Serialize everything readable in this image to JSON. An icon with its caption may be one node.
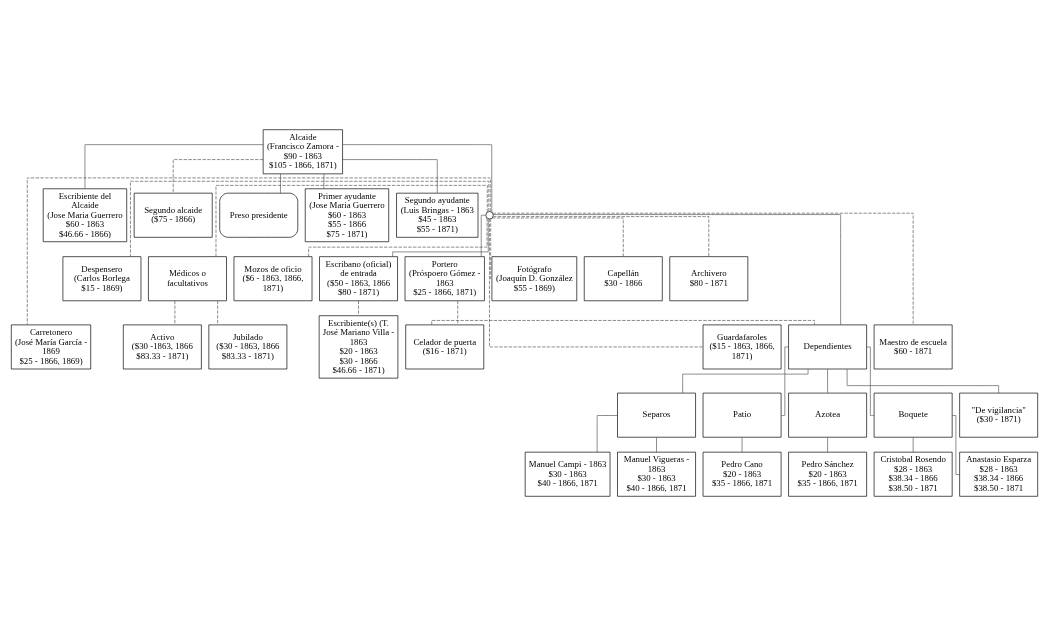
{
  "diagram": {
    "nodes": [
      {
        "text": [
          "Alcaide",
          "(Francisco Zamora -",
          "$90 - 1863",
          "$105 - 1866, 1871)"
        ]
      },
      {
        "text": [
          "Escribiente del Alcaide",
          "(Jose Maria Guerrero",
          "$60 - 1863",
          "$46.66 - 1866)"
        ]
      },
      {
        "text": [
          "Segundo alcaide",
          "($75 - 1866)"
        ]
      },
      {
        "text": [
          "Preso presidente"
        ]
      },
      {
        "text": [
          "Primer ayudante",
          "(Jose Maria Guerrero",
          "$60 - 1863",
          "$55 - 1866",
          "$75 - 1871)"
        ]
      },
      {
        "text": [
          "Segundo ayudante",
          "(Luis Bringas - 1863",
          "$45 - 1863",
          "$55 - 1871)"
        ]
      },
      {
        "text": [],
        "shape": "circle"
      },
      {
        "text": [
          "Carretonero",
          "(José María García - 1869",
          "$25 - 1866, 1869)"
        ]
      },
      {
        "text": [
          "Despensero",
          "(Carlos Borlega",
          "$15 - 1869)"
        ]
      },
      {
        "text": [
          "Médicos o facultativos"
        ]
      },
      {
        "text": [
          "Mozos de oficio",
          "($6 - 1863, 1866, 1871)"
        ]
      },
      {
        "text": [
          "Escribano (oficial) de entrada",
          "($50 - 1863, 1866",
          "$80 - 1871)"
        ]
      },
      {
        "text": [
          "Portero",
          "(Próspoero Gómez - 1863",
          "$25 - 1866, 1871)"
        ]
      },
      {
        "text": [
          "Fotógrafo",
          "(Joaquín D. González",
          "$55 - 1869)"
        ]
      },
      {
        "text": [
          "Capellán",
          "$30 - 1866"
        ]
      },
      {
        "text": [
          "Archivero",
          "$80 - 1871"
        ]
      },
      {
        "text": [
          "Activo",
          "($30 -1863, 1866",
          "$83.33 - 1871)"
        ]
      },
      {
        "text": [
          "Jubilado",
          "($30 - 1863, 1866",
          "$83.33 - 1871)"
        ]
      },
      {
        "text": [
          "Escribiente(s) (T. José Mariano Villa - 1863",
          "$20 - 1863",
          "$30 - 1866",
          "$46.66 - 1871)"
        ]
      },
      {
        "text": [
          "Guardafaroles",
          "($15 - 1863, 1866, 1871)"
        ]
      },
      {
        "text": [
          "Celador de puerta",
          "($16 - 1871)"
        ]
      },
      {
        "text": [
          "Dependientes"
        ]
      },
      {
        "text": [
          "Maestro de escuela",
          "$60 - 1871"
        ]
      },
      {
        "text": [
          "Separos"
        ]
      },
      {
        "text": [
          "Patio"
        ]
      },
      {
        "text": [
          "Azotea"
        ]
      },
      {
        "text": [
          "Boquete"
        ]
      },
      {
        "text": [
          "\"De vigilancia\"",
          "($30 - 1871)"
        ]
      },
      {
        "text": [
          "Manuel Campi - 1863",
          "$30 - 1863",
          "$40 - 1866, 1871"
        ]
      },
      {
        "text": [
          "Manuel Vigueras - 1863",
          "$30 - 1863",
          "$40 - 1866, 1871"
        ]
      },
      {
        "text": [
          "Pedro Cano",
          "$20 - 1863",
          "$35 - 1866, 1871"
        ]
      },
      {
        "text": [
          "Pedro Sánchez",
          "$20 - 1863",
          "$35 - 1866, 1871"
        ]
      },
      {
        "text": [
          "Cristobal Rosendo",
          "$28 - 1863",
          "$38.34 - 1866",
          "$38.50 - 1871"
        ]
      },
      {
        "text": [
          "Anastasio Esparza",
          "$28 - 1863",
          "$38.34 - 1866",
          "$38.50 - 1871"
        ]
      }
    ],
    "edges": [
      {
        "from": 0,
        "to": 1,
        "arrow": "none"
      },
      {
        "from": 0,
        "to": 2,
        "arrow": "none",
        "style": "dashed"
      },
      {
        "from": 0,
        "to": 3,
        "arrow": "none"
      },
      {
        "from": 0,
        "to": 4,
        "arrow": "none"
      },
      {
        "from": 0,
        "to": 5,
        "arrow": "none"
      },
      {
        "from": 0,
        "to": 6,
        "arrow": "none"
      },
      {
        "from": 6,
        "to": 7,
        "arrow": "none",
        "style": "dashed"
      },
      {
        "from": 6,
        "to": 8,
        "arrow": "none",
        "style": "dashed"
      },
      {
        "from": 6,
        "to": 9,
        "arrow": "none",
        "style": "dashed"
      },
      {
        "from": 6,
        "to": 10,
        "arrow": "none",
        "style": "dashed"
      },
      {
        "from": 6,
        "to": 11,
        "arrow": "none"
      },
      {
        "from": 6,
        "to": 19,
        "arrow": "none",
        "style": "dashed"
      },
      {
        "from": 6,
        "to": 12,
        "arrow": "none"
      },
      {
        "from": 6,
        "to": 13,
        "arrow": "none",
        "style": "dashed"
      },
      {
        "from": 6,
        "to": 21,
        "arrow": "none"
      },
      {
        "from": 6,
        "to": 14,
        "arrow": "none",
        "style": "dashed"
      },
      {
        "from": 6,
        "to": 22,
        "arrow": "none",
        "style": "dashed"
      },
      {
        "from": 6,
        "to": 15,
        "arrow": "none",
        "style": "dashed"
      },
      {
        "from": 9,
        "to": 16,
        "arrow": "none",
        "style": "dashed"
      },
      {
        "from": 9,
        "to": 17,
        "arrow": "none",
        "style": "dashed"
      },
      {
        "from": 11,
        "to": 18,
        "arrow": "none",
        "style": "dashed"
      },
      {
        "from": 12,
        "to": 20,
        "arrow": "none",
        "style": "dashed"
      },
      {
        "from": 20,
        "to": 21,
        "arrow": "none",
        "style": "dashed"
      },
      {
        "from": 21,
        "to": 23,
        "arrow": "none"
      },
      {
        "from": 21,
        "to": 24,
        "arrow": "none"
      },
      {
        "from": 21,
        "to": 25,
        "arrow": "none"
      },
      {
        "from": 21,
        "to": 26,
        "arrow": "none"
      },
      {
        "from": 21,
        "to": 27,
        "arrow": "none"
      },
      {
        "from": 23,
        "to": 28,
        "arrow": "none"
      },
      {
        "from": 23,
        "to": 29,
        "arrow": "none"
      },
      {
        "from": 24,
        "to": 30,
        "arrow": "none"
      },
      {
        "from": 25,
        "to": 31,
        "arrow": "none"
      },
      {
        "from": 26,
        "to": 32,
        "arrow": "none"
      },
      {
        "from": 26,
        "to": 33,
        "arrow": "none"
      }
    ]
  }
}
